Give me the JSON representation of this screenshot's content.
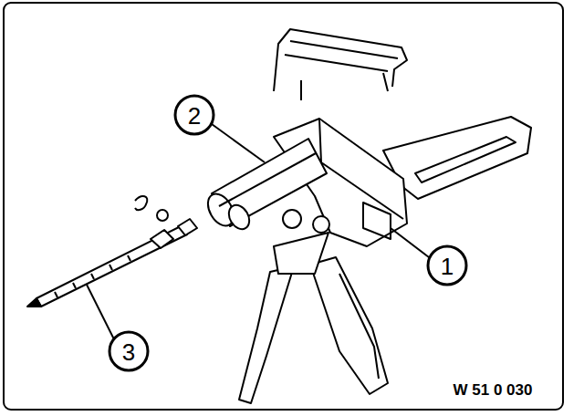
{
  "diagram": {
    "labels": [
      "2",
      "1",
      "3",
      "W 51 0 030"
    ]
  }
}
